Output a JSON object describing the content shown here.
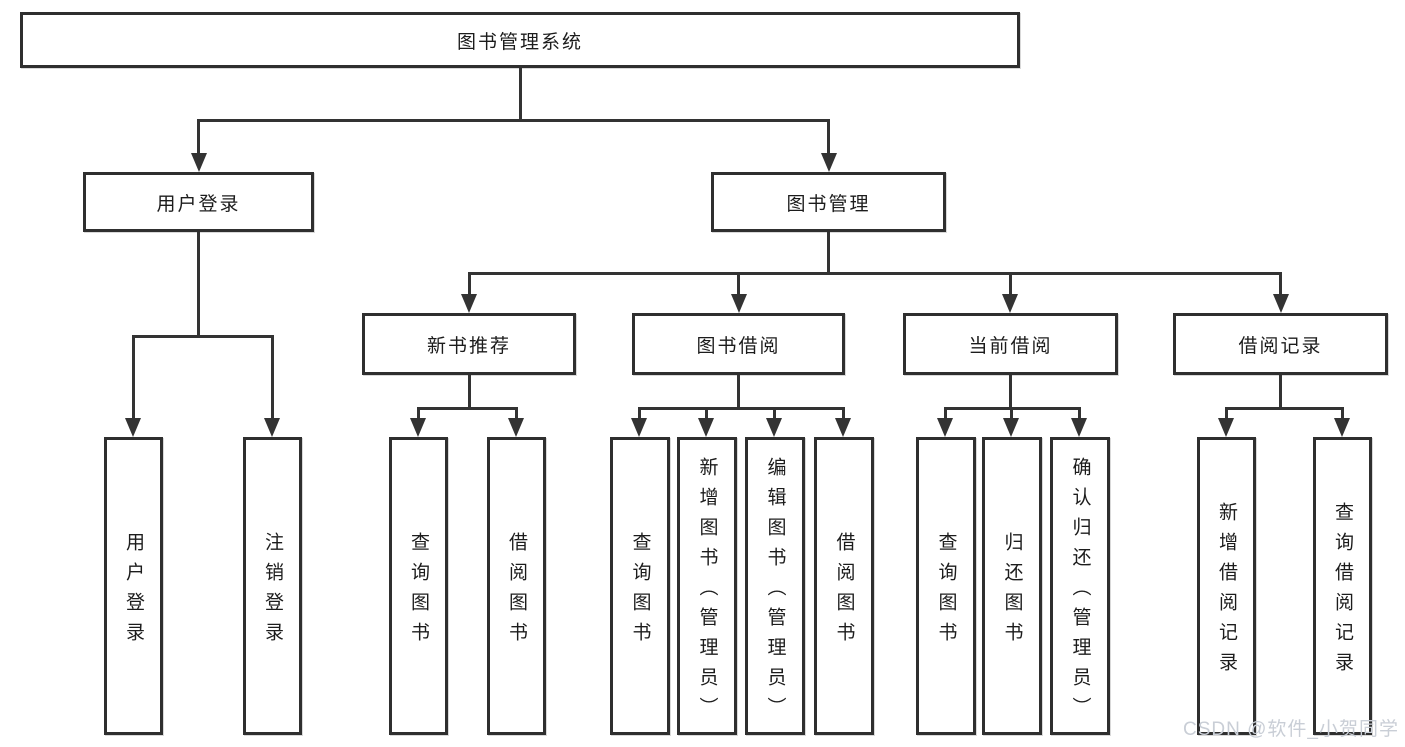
{
  "colors": {
    "border": "#2f2f2f",
    "line": "#333333",
    "text": "#1c1c1c",
    "background": "#ffffff",
    "watermark": "#c9ced6"
  },
  "watermark": "CSDN @软件_小贺同学",
  "tree": {
    "root": {
      "label": "图书管理系统",
      "children": [
        {
          "label": "用户登录",
          "children": [
            {
              "label": "用户登录"
            },
            {
              "label": "注销登录"
            }
          ]
        },
        {
          "label": "图书管理",
          "children": [
            {
              "label": "新书推荐",
              "children": [
                {
                  "label": "查询图书"
                },
                {
                  "label": "借阅图书"
                }
              ]
            },
            {
              "label": "图书借阅",
              "children": [
                {
                  "label": "查询图书"
                },
                {
                  "label": "新增图书（管理员）"
                },
                {
                  "label": "编辑图书（管理员）"
                },
                {
                  "label": "借阅图书"
                }
              ]
            },
            {
              "label": "当前借阅",
              "children": [
                {
                  "label": "查询图书"
                },
                {
                  "label": "归还图书"
                },
                {
                  "label": "确认归还（管理员）"
                }
              ]
            },
            {
              "label": "借阅记录",
              "children": [
                {
                  "label": "新增借阅记录"
                },
                {
                  "label": "查询借阅记录"
                }
              ]
            }
          ]
        }
      ]
    }
  }
}
